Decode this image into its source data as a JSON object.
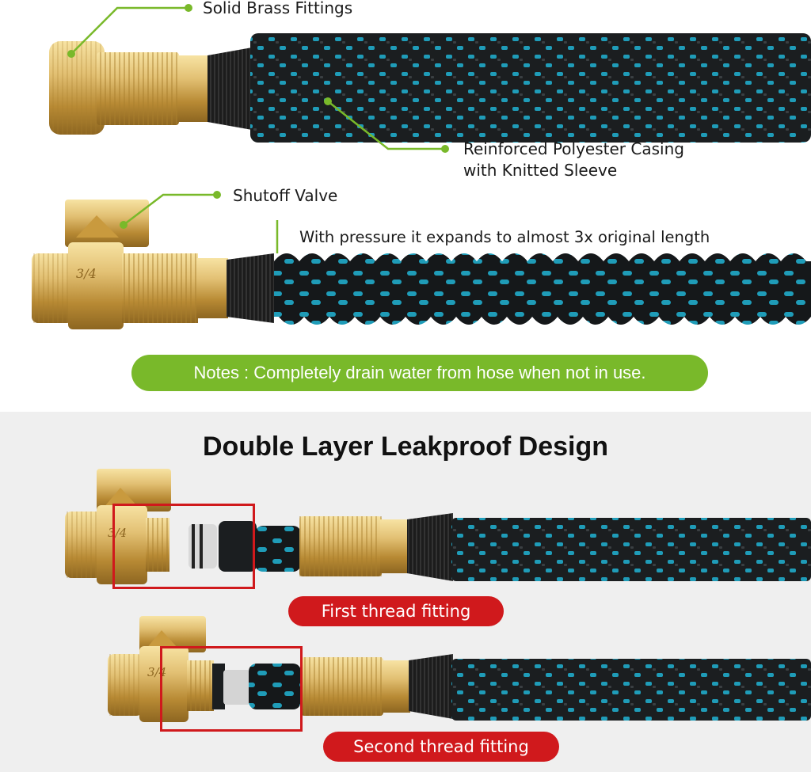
{
  "labels": {
    "solid_brass": "Solid Brass Fittings",
    "casing_line1": "Reinforced Polyester Casing",
    "casing_line2": "with Knitted Sleeve",
    "shutoff": "Shutoff Valve",
    "expand": "With pressure it expands to almost 3x original length",
    "notes": "Notes : Completely drain water from hose when not in use.",
    "heading": "Double Layer Leakproof Design",
    "first_fitting": "First thread fitting",
    "second_fitting": "Second thread fitting",
    "valve_size": "3/4"
  },
  "colors": {
    "accent_green": "#79b92a",
    "alert_red": "#d0191c",
    "brass": "#d9b45a",
    "hose_black": "#1a1d1f",
    "hose_teal": "#1a9bb7"
  }
}
